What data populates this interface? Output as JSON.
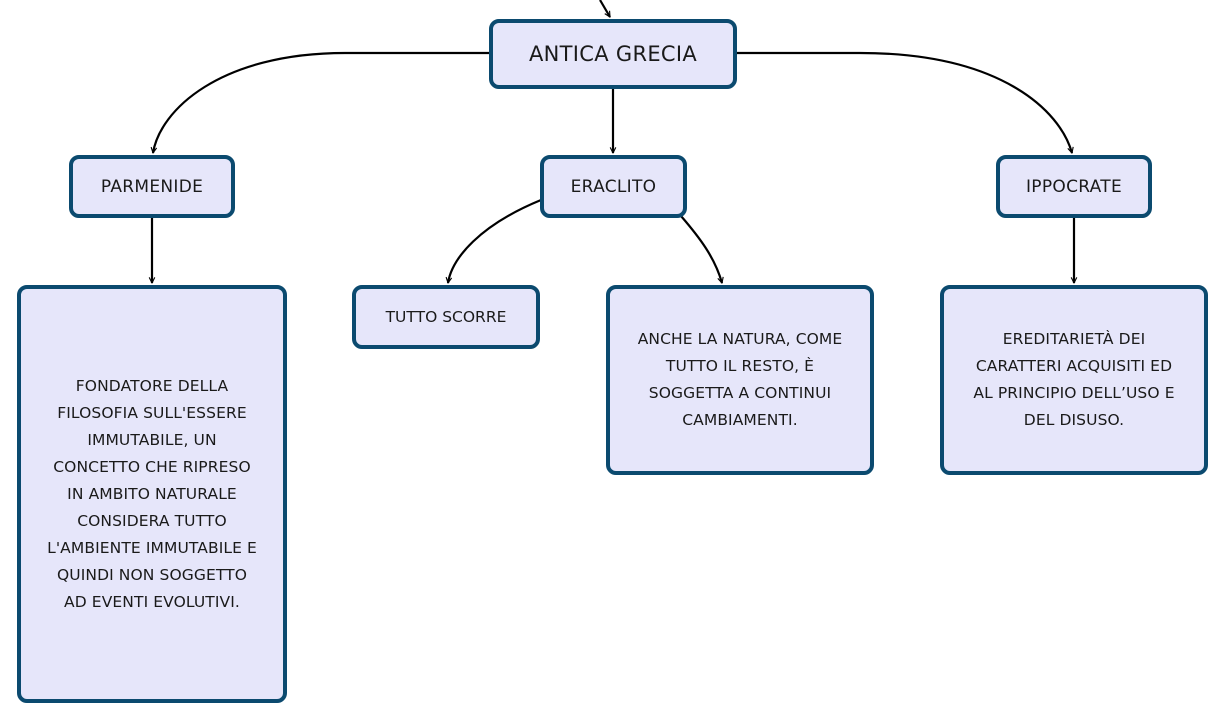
{
  "nodes": {
    "antica_grecia": "ANTICA GRECIA",
    "parmenide": "PARMENIDE",
    "eraclito": "ERACLITO",
    "ippocrate": "IPPOCRATE",
    "tutto_scorre": "TUTTO SCORRE",
    "natura": "ANCHE LA NATURA, COME\nTUTTO IL RESTO, È\nSOGGETTA A CONTINUI\nCAMBIAMENTI.",
    "ereditarieta": "EREDITARIETÀ DEI\nCARATTERI ACQUISITI ED\nAL PRINCIPIO DELL’USO E\nDEL DISUSO.",
    "fondatore": "FONDATORE DELLA\nFILOSOFIA SULL'ESSERE\nIMMUTABILE, UN\nCONCETTO CHE RIPRESO\nIN AMBITO NATURALE\nCONSIDERA TUTTO\nL'AMBIENTE IMMUTABILE E\nQUINDI NON SOGGETTO\nAD EVENTI EVOLUTIVI."
  },
  "colors": {
    "node_fill": "#e6e6fa",
    "node_border": "#0b4a6f",
    "connector": "#000000"
  }
}
